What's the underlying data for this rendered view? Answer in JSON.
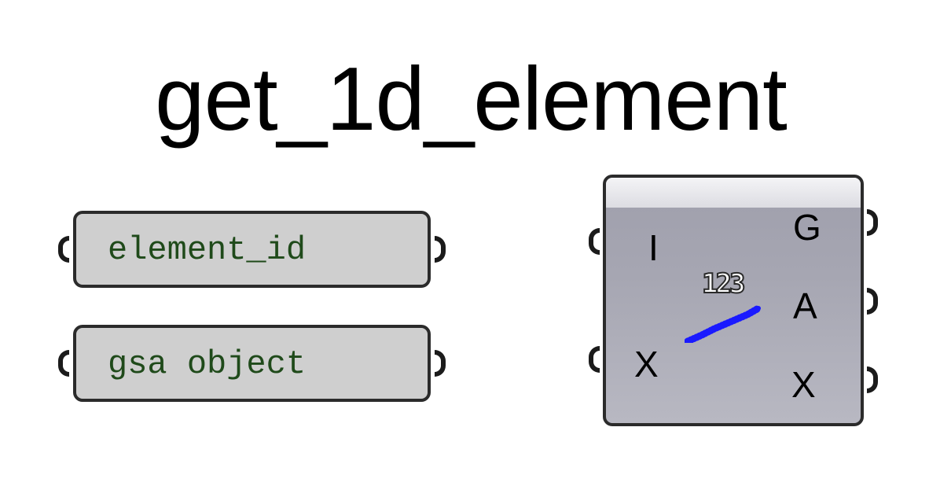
{
  "title": "get_1d_element",
  "inputs_panel": [
    {
      "label": "element_id"
    },
    {
      "label": "gsa object"
    }
  ],
  "component": {
    "inputs": [
      "I",
      "X"
    ],
    "outputs": [
      "G",
      "A",
      "X"
    ],
    "icon": {
      "name": "number-sequence-icon",
      "text": "123",
      "line_color": "#1a1aff"
    }
  },
  "colors": {
    "param_fill": "#cfcfcf",
    "param_text": "#1f4a1a",
    "component_body": "#a6a6b2",
    "border": "#2b2b2b"
  }
}
